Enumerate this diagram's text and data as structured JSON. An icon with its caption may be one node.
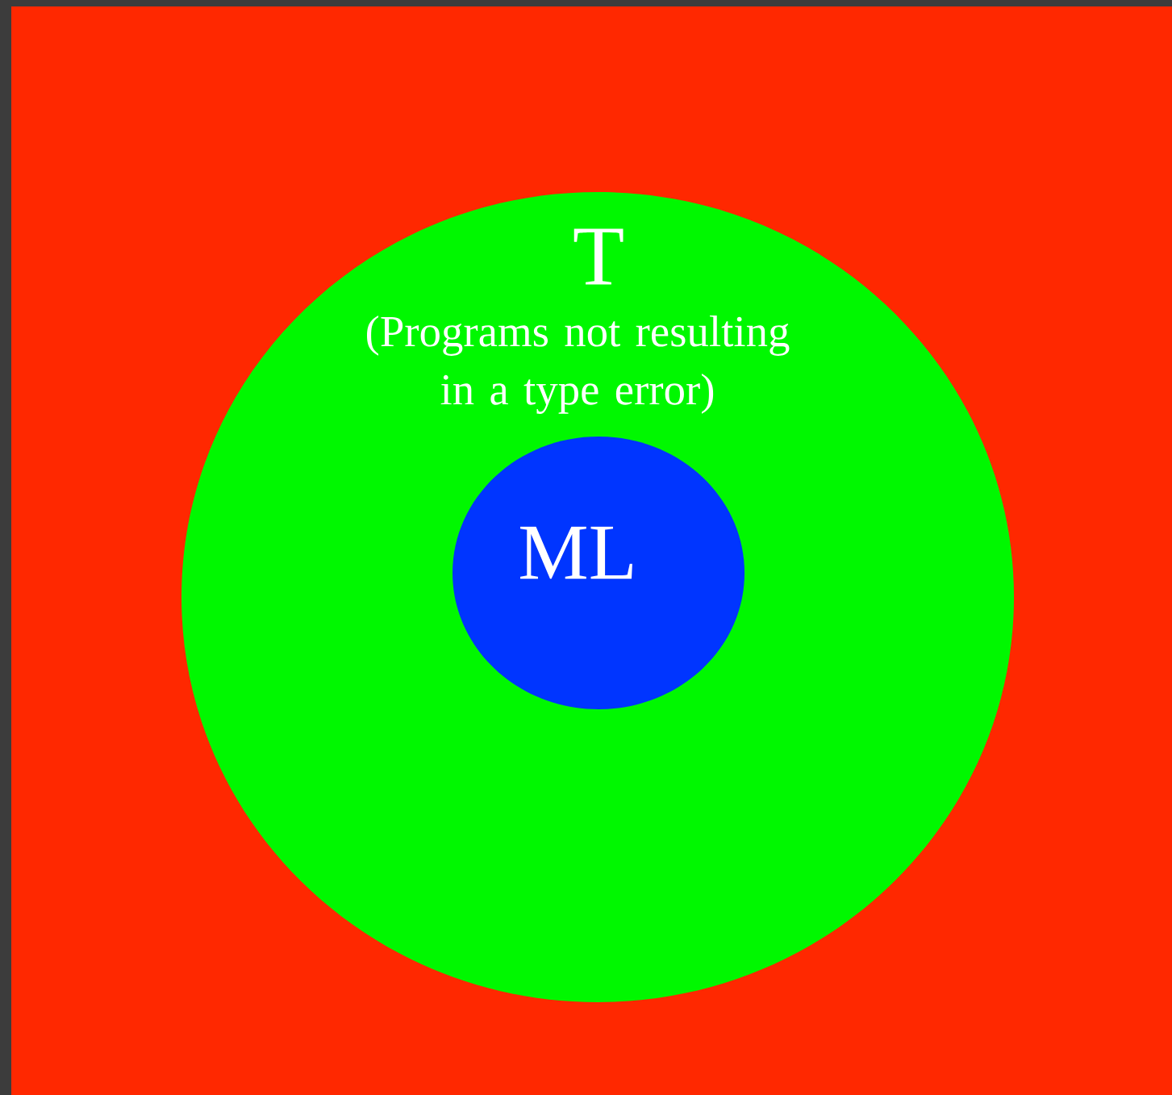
{
  "diagram": {
    "nodes": [
      {
        "text": [],
        "shape": "box"
      },
      {
        "text": [
          "T",
          "(Programs not resulting in a type error)"
        ],
        "in": 0
      },
      {
        "text": [
          "ML"
        ],
        "in": 1
      }
    ]
  }
}
